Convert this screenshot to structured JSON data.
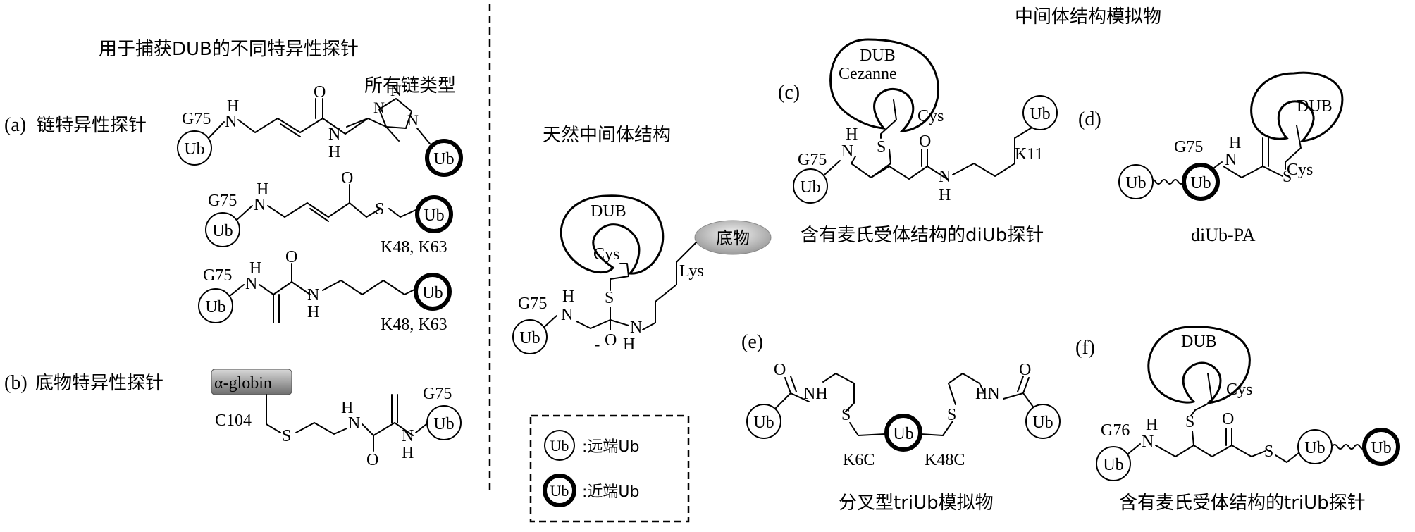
{
  "left": {
    "title": "用于捕获DUB的不同特异性探针",
    "a_label": "(a)",
    "a_text": "链特异性探针",
    "all_chains": "所有链类型",
    "k48k63_1": "K48, K63",
    "k48k63_2": "K48, K63",
    "b_label": "(b)",
    "b_text": "底物特异性探针",
    "globin": "α-globin",
    "c104": "C104"
  },
  "middle": {
    "title": "天然中间体结构",
    "substrate": "底物",
    "dub": "DUB",
    "cys": "Cys",
    "lys": "Lys",
    "legend_distal": ":远端Ub",
    "legend_proximal": ":近端Ub"
  },
  "right": {
    "title": "中间体结构模拟物",
    "c_label": "(c)",
    "c_dub": "DUB",
    "c_cezanne": "Cezanne",
    "c_k11": "K11",
    "c_caption": "含有麦氏受体结构的diUb探针",
    "d_label": "(d)",
    "d_caption": "diUb-PA",
    "e_label": "(e)",
    "e_k6c": "K6C",
    "e_k48c": "K48C",
    "e_caption": "分叉型triUb模拟物",
    "f_label": "(f)",
    "f_caption": "含有麦氏受体结构的triUb探针"
  },
  "chem": {
    "ub": "Ub",
    "g75": "G75",
    "g76": "G76",
    "h": "H",
    "n": "N",
    "o": "O",
    "s": "S",
    "hn": "HN",
    "nh": "NH",
    "cys": "Cys",
    "dub": "DUB",
    "minus": "-"
  }
}
